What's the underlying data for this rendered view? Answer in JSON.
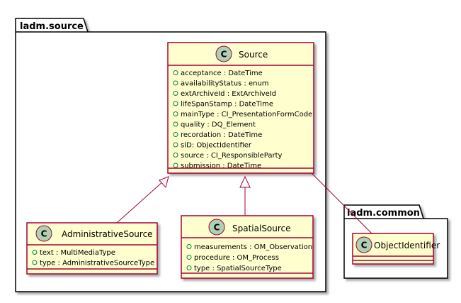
{
  "packages": {
    "source": {
      "name": "ladm.source"
    },
    "common": {
      "name": "ladm.common"
    }
  },
  "classes": {
    "source": {
      "stereotype_letter": "C",
      "name": "Source",
      "attributes": [
        "acceptance : DateTime",
        "availabilityStatus : enum",
        "extArchiveId : ExtArchiveId",
        "lifeSpanStamp : DateTime",
        "mainType : CI_PresentationFormCode",
        "quality : DQ_Element",
        "recordation : DateTime",
        "sID: ObjectIdentifier",
        "source : CI_ResponsibleParty",
        "submission : DateTime"
      ]
    },
    "administrative_source": {
      "stereotype_letter": "C",
      "name": "AdministrativeSource",
      "attributes": [
        "text : MultiMediaType",
        "type : AdministrativeSourceType"
      ]
    },
    "spatial_source": {
      "stereotype_letter": "C",
      "name": "SpatialSource",
      "attributes": [
        "measurements : OM_Observation",
        "procedure : OM_Process",
        "type : SpatialSourceType"
      ]
    },
    "object_identifier": {
      "stereotype_letter": "C",
      "name": "ObjectIdentifier",
      "attributes": []
    }
  },
  "colors": {
    "class_fill": "#FEFECE",
    "class_border": "#A80036",
    "badge_fill": "#ADD1B2",
    "visibility_marker": "#038048",
    "package_border": "#000000"
  }
}
